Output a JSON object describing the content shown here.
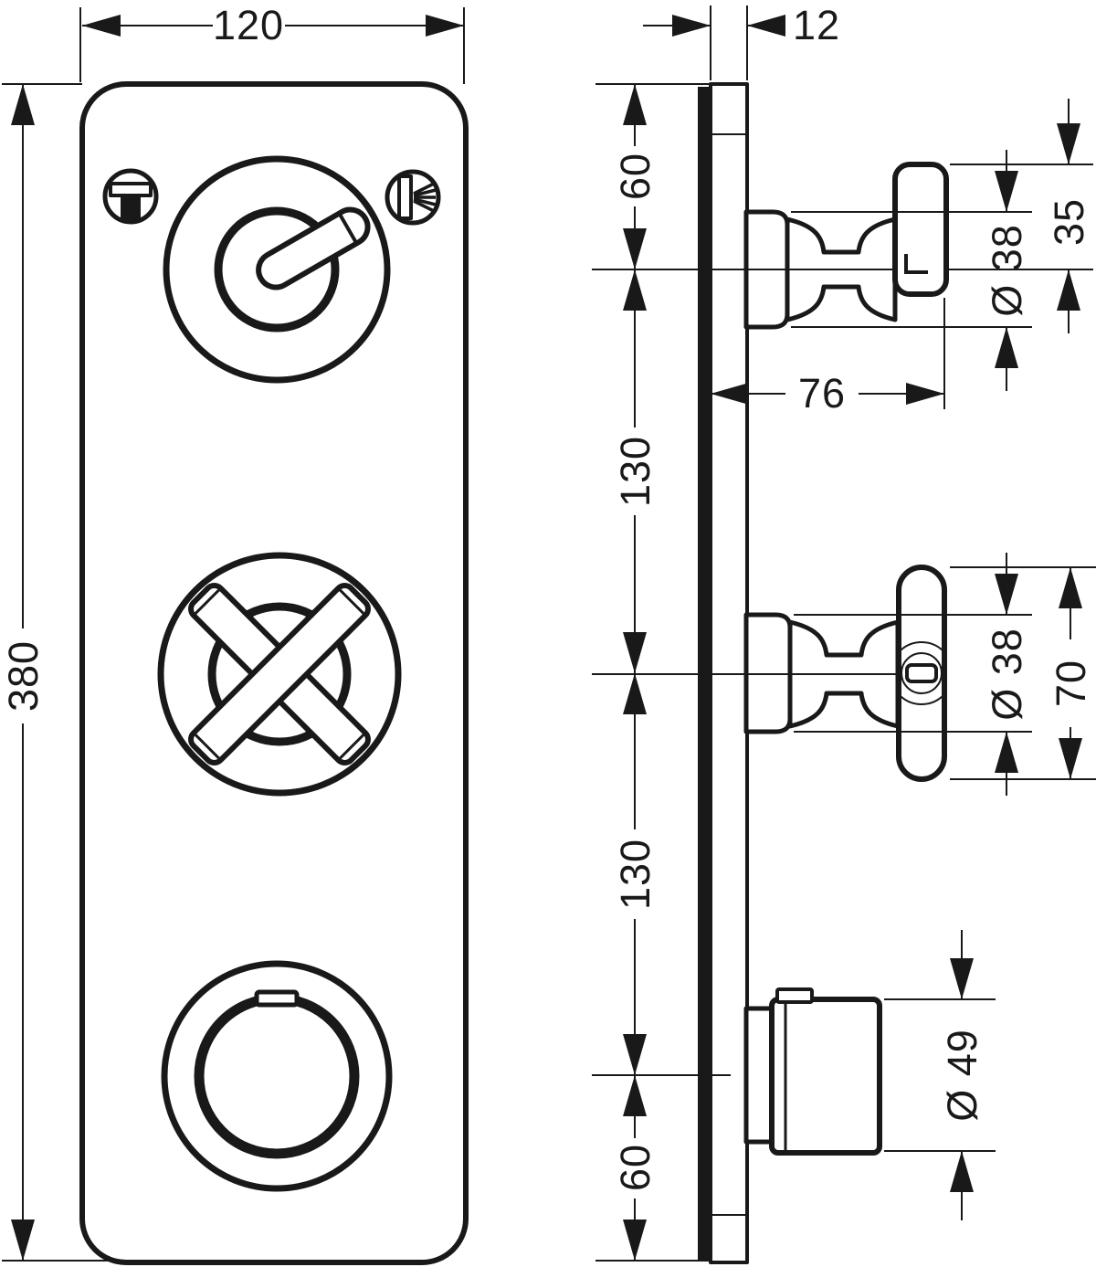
{
  "drawing_type": "technical-dimension-drawing",
  "colors": {
    "line": "#191919",
    "background": "#ffffff"
  },
  "views": {
    "front": {
      "dims": {
        "width": "120",
        "height": "380"
      },
      "icons": {
        "left": "bath-spout",
        "right": "hand-shower"
      }
    },
    "side": {
      "dims": {
        "plate_thickness": "12",
        "top_offset": "60",
        "upper_spacing": "130",
        "lower_spacing": "130",
        "bottom_offset": "60",
        "depth": "76",
        "top_handle_diameter": "Ø 38",
        "top_handle_length": "35",
        "mid_handle_diameter": "Ø 38",
        "mid_handle_span": "70",
        "bottom_handle_diameter": "Ø 49"
      }
    }
  }
}
